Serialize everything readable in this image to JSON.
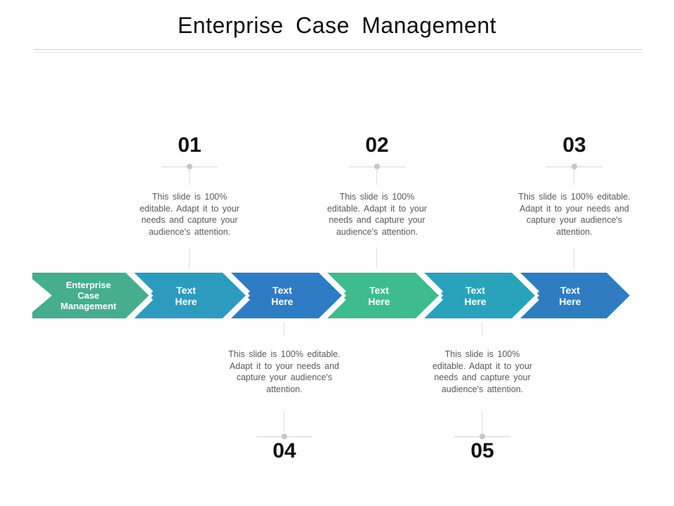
{
  "slide": {
    "title": "Enterprise Case Management"
  },
  "colors": {
    "arrow_green_dark": "#46AD8D",
    "arrow_teal": "#2D9BBE",
    "arrow_blue": "#2F7BC4",
    "arrow_green_bright": "#3FBC8E",
    "arrow_teal2": "#29A3BB",
    "arrow_blue2": "#2F7CC0",
    "connector_gray": "#D6D6D6",
    "desc_gray": "#585858",
    "number_black": "#121212"
  },
  "arrows": [
    {
      "label": "Enterprise\nCase\nManagement",
      "color": "#46AD8D"
    },
    {
      "label": "Text\nHere",
      "color": "#2D9BBE"
    },
    {
      "label": "Text\nHere",
      "color": "#2F7BC4"
    },
    {
      "label": "Text\nHere",
      "color": "#3FBC8E"
    },
    {
      "label": "Text\nHere",
      "color": "#29A3BB"
    },
    {
      "label": "Text\nHere",
      "color": "#2F7CC0"
    }
  ],
  "steps_top": [
    {
      "number": "01",
      "description": "This slide is 100%\neditable. Adapt it to your\nneeds and capture your\naudience's attention."
    },
    {
      "number": "02",
      "description": "This slide is 100%\neditable. Adapt it to your\nneeds and capture your\naudience's attention."
    },
    {
      "number": "03",
      "description": "This slide is 100% editable.\nAdapt it to your needs and\ncapture your audience's\nattention."
    }
  ],
  "steps_bottom": [
    {
      "number": "04",
      "description": "This slide is 100% editable.\nAdapt it to your needs and\ncapture your audience's\nattention."
    },
    {
      "number": "05",
      "description": "This slide is 100%\neditable. Adapt it to your\nneeds and capture your\naudience's attention."
    }
  ]
}
